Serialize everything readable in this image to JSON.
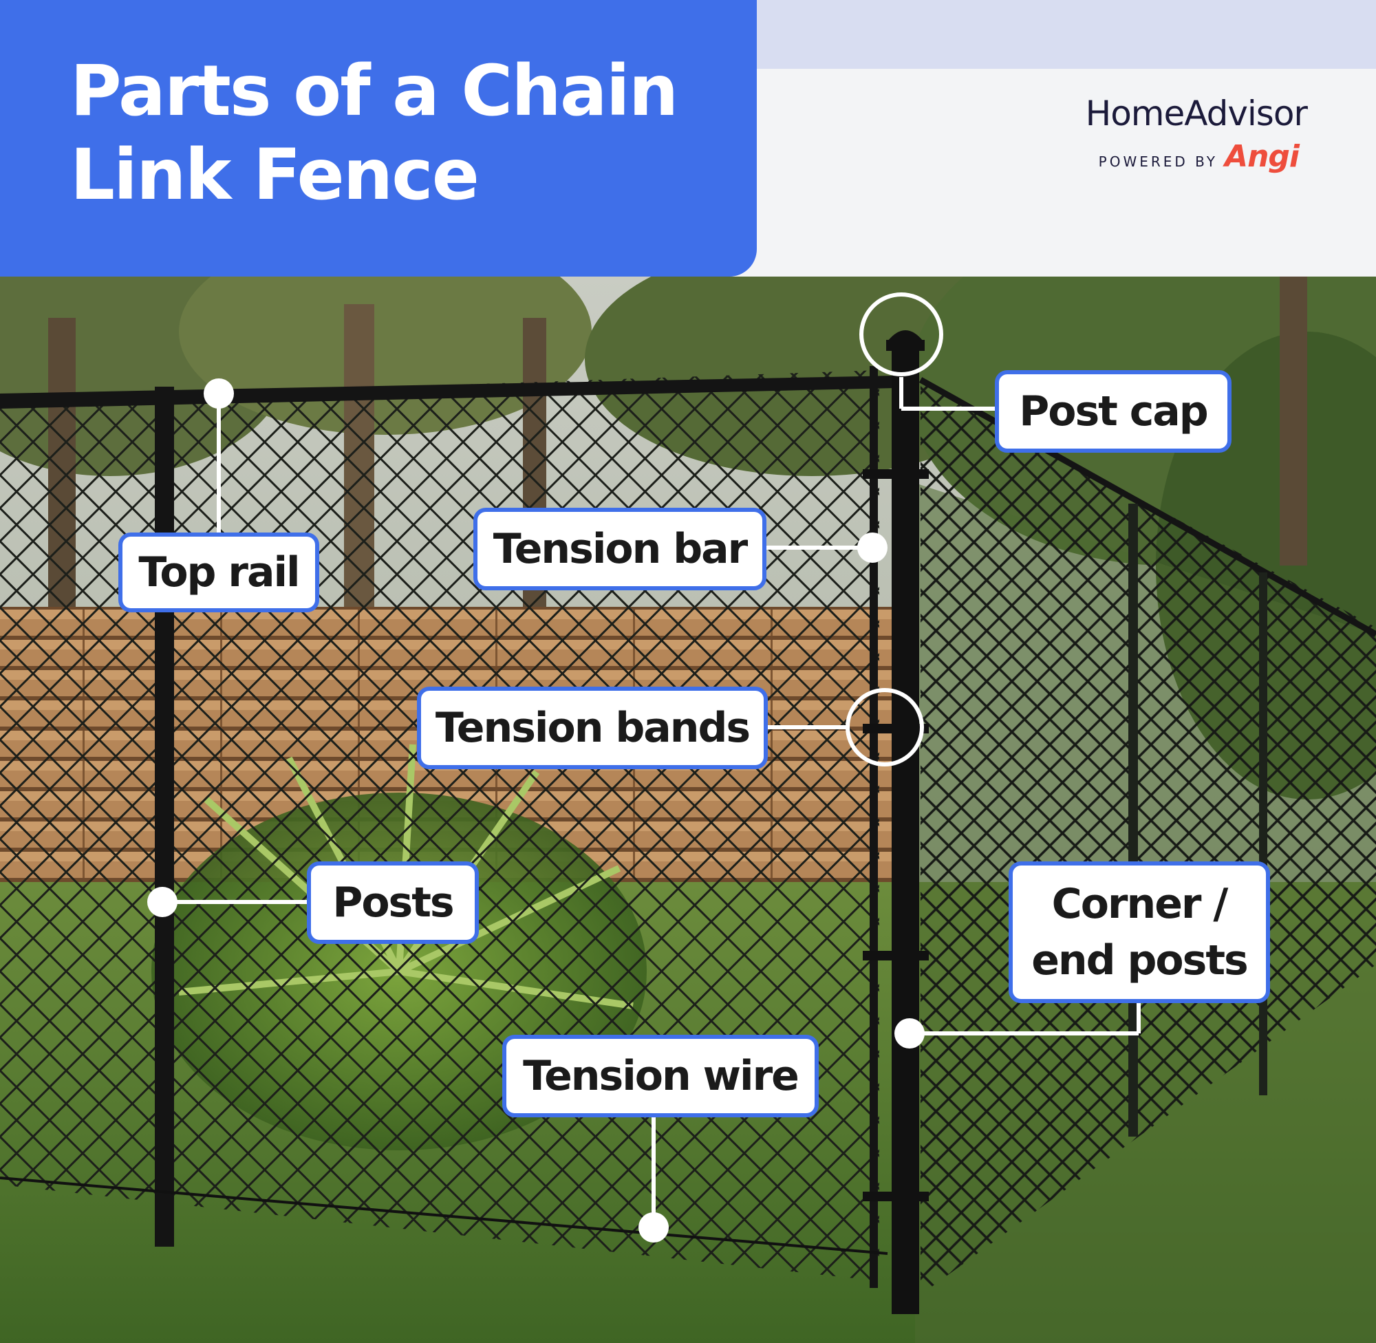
{
  "header": {
    "title_line1": "Parts of a Chain",
    "title_line2": "Link Fence",
    "brand_name": "HomeAdvisor",
    "brand_powered_by": "POWERED BY",
    "brand_parent": "Angi"
  },
  "colors": {
    "accent": "#3f6fe9",
    "header_band": "#d8ddf1",
    "brand_text": "#1b1a3a",
    "brand_parent": "#ee4d3c",
    "fence_metal": "#141414"
  },
  "labels": {
    "post_cap": "Post cap",
    "top_rail": "Top rail",
    "tension_bar": "Tension bar",
    "tension_bands": "Tension bands",
    "posts": "Posts",
    "corner_end_posts_line1": "Corner /",
    "corner_end_posts_line2": "end posts",
    "tension_wire": "Tension wire"
  }
}
